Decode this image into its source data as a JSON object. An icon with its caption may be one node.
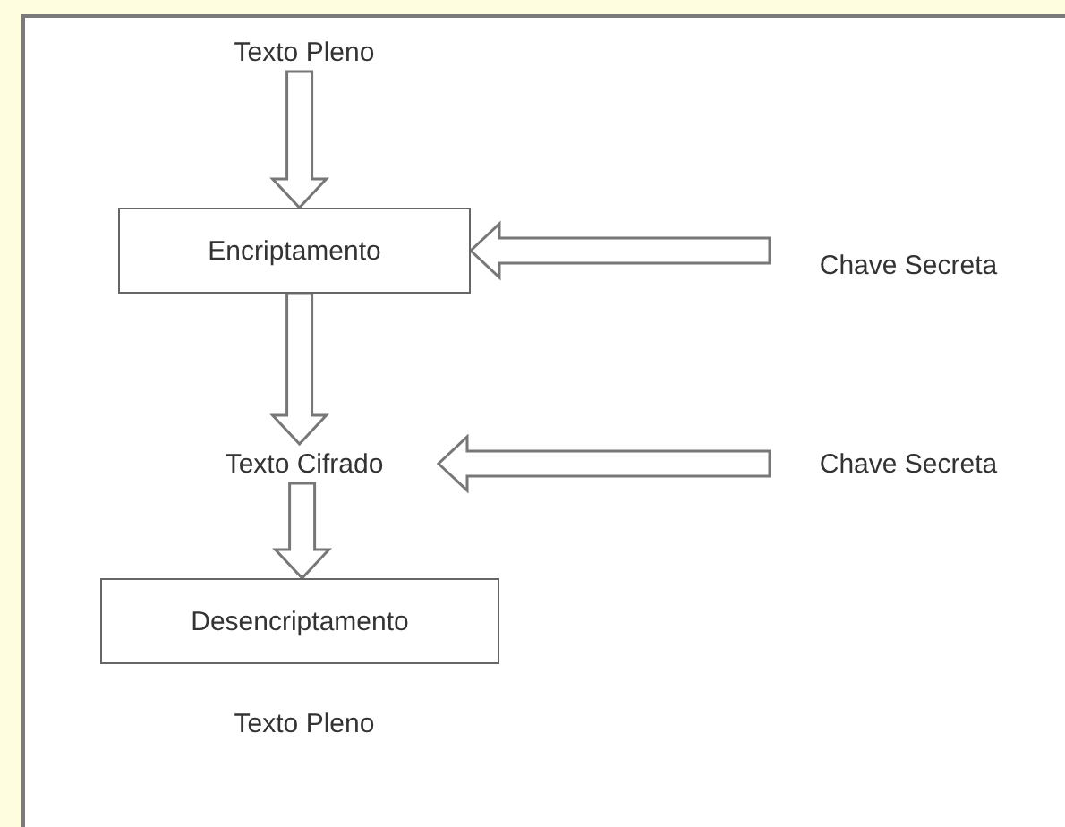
{
  "diagram": {
    "nodes": [
      {
        "text": [
          "Texto Pleno"
        ]
      },
      {
        "text": [
          "Encriptamento"
        ]
      },
      {
        "text": [
          "Chave Secreta"
        ]
      },
      {
        "text": [
          "Texto Cifrado"
        ]
      },
      {
        "text": [
          "Chave Secreta"
        ]
      },
      {
        "text": [
          "Desencriptamento"
        ]
      },
      {
        "text": [
          "Texto Pleno"
        ]
      }
    ],
    "edges": [
      {
        "from": 0,
        "to": 1,
        "arrow": "to"
      },
      {
        "from": 2,
        "to": 1,
        "arrow": "to"
      },
      {
        "from": 1,
        "to": 3,
        "arrow": "to"
      },
      {
        "from": 4,
        "to": 3,
        "arrow": "to"
      },
      {
        "from": 3,
        "to": 5,
        "arrow": "to"
      }
    ]
  }
}
